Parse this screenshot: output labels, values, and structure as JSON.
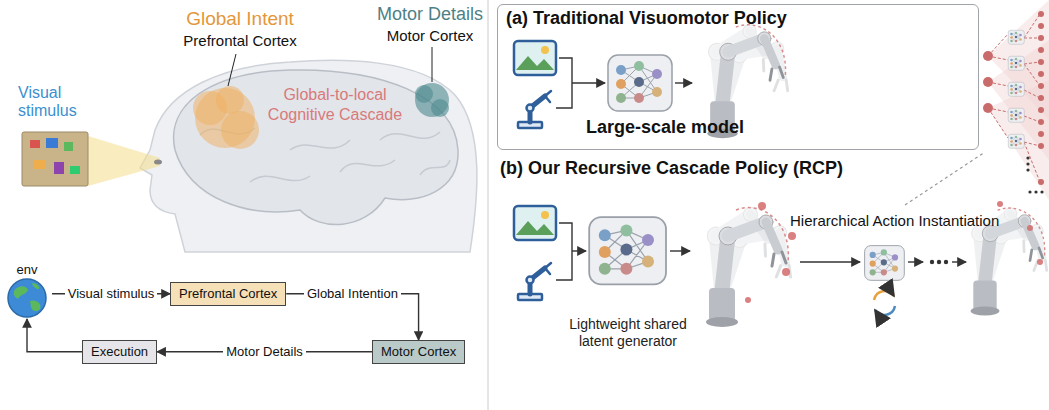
{
  "diagram": {
    "nodes": [
      {
        "text": [
          "env"
        ]
      },
      {
        "text": [
          "Prefrontal Cortex"
        ]
      },
      {
        "text": [
          "Motor Cortex"
        ]
      },
      {
        "text": [
          "Execution"
        ]
      },
      {
        "text": [
          "(a) Traditional Visuomotor Policy"
        ]
      },
      {
        "text": [
          "Large-scale model"
        ],
        "in": 4
      },
      {
        "text": [
          "Lightweight shared latent generator"
        ]
      }
    ],
    "edges": [
      {
        "from": 0,
        "to": 1,
        "label": "Visual stimulus",
        "arrow": "to"
      },
      {
        "from": 1,
        "to": 2,
        "label": "Global Intention",
        "arrow": "to"
      },
      {
        "from": 2,
        "to": 3,
        "label": "Motor Details",
        "arrow": "to"
      },
      {
        "from": 3,
        "to": 0,
        "arrow": "to"
      }
    ],
    "labels": [
      "Motor Details",
      "Motor Cortex",
      "Global Intent",
      "Prefrontal Cortex",
      "Global-to-local",
      "Cognitive Cascade",
      "Visual stimulus",
      "(b) Our Recursive Cascade Policy (RCP)",
      "Hierarchical Action Instantiation"
    ]
  }
}
